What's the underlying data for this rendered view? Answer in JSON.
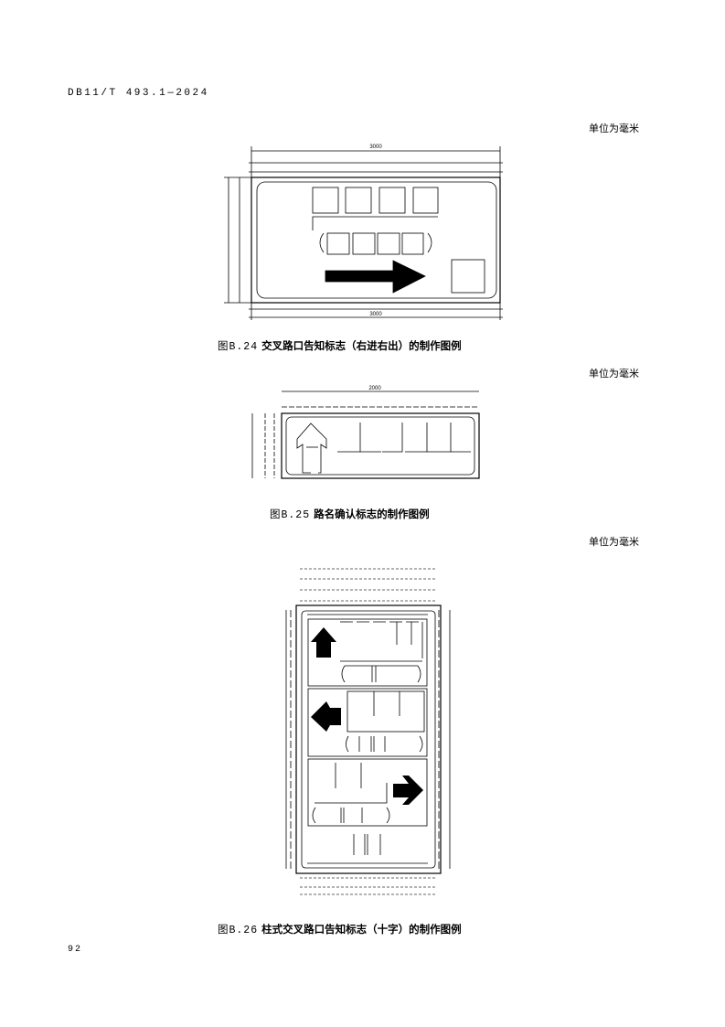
{
  "header": {
    "standard_code": "DB11/T 493.1—2024"
  },
  "figures": [
    {
      "unit_note": "单位为毫米",
      "number": "图B.24",
      "title": "交叉路口告知标志（右进右出）的制作图例",
      "overall_width": "3000"
    },
    {
      "unit_note": "单位为毫米",
      "number": "图B.25",
      "title": "路名确认标志的制作图例",
      "overall_width": "2000"
    },
    {
      "unit_note": "单位为毫米",
      "number": "图B.26",
      "title": "柱式交叉路口告知标志（十字）的制作图例"
    }
  ],
  "footer": {
    "page_number": "92"
  }
}
